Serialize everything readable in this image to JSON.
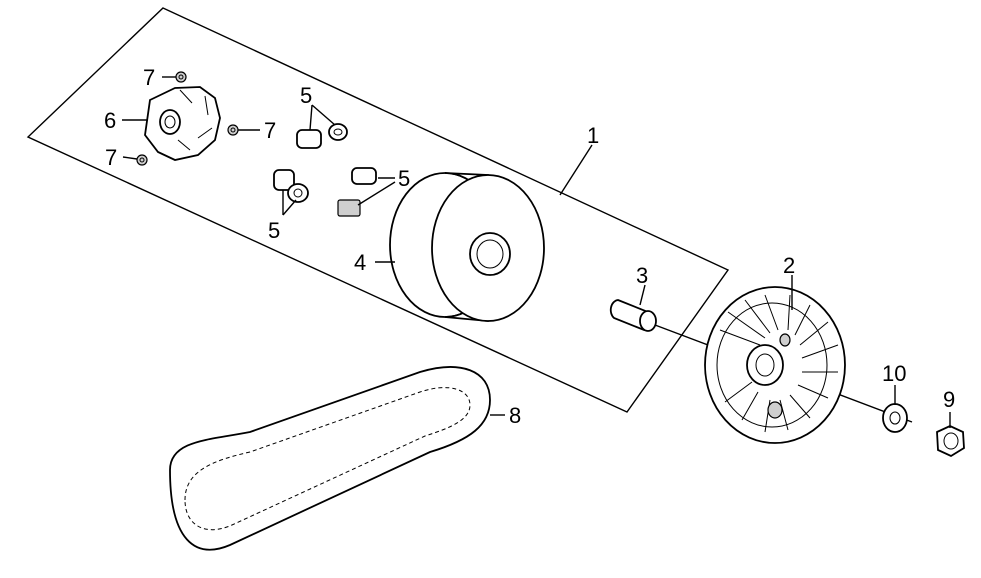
{
  "callouts": {
    "c1": "1",
    "c2": "2",
    "c3": "3",
    "c4": "4",
    "c5a": "5",
    "c5b": "5",
    "c5c": "5",
    "c6": "6",
    "c7a": "7",
    "c7b": "7",
    "c7c": "7",
    "c8": "8",
    "c9": "9",
    "c10": "10"
  },
  "parts": [
    {
      "ref": "1",
      "label": "1"
    },
    {
      "ref": "2",
      "label": "2"
    },
    {
      "ref": "3",
      "label": "3"
    },
    {
      "ref": "4",
      "label": "4"
    },
    {
      "ref": "5",
      "label": "5"
    },
    {
      "ref": "6",
      "label": "6"
    },
    {
      "ref": "7",
      "label": "7"
    },
    {
      "ref": "8",
      "label": "8"
    },
    {
      "ref": "9",
      "label": "9"
    },
    {
      "ref": "10",
      "label": "10"
    }
  ]
}
